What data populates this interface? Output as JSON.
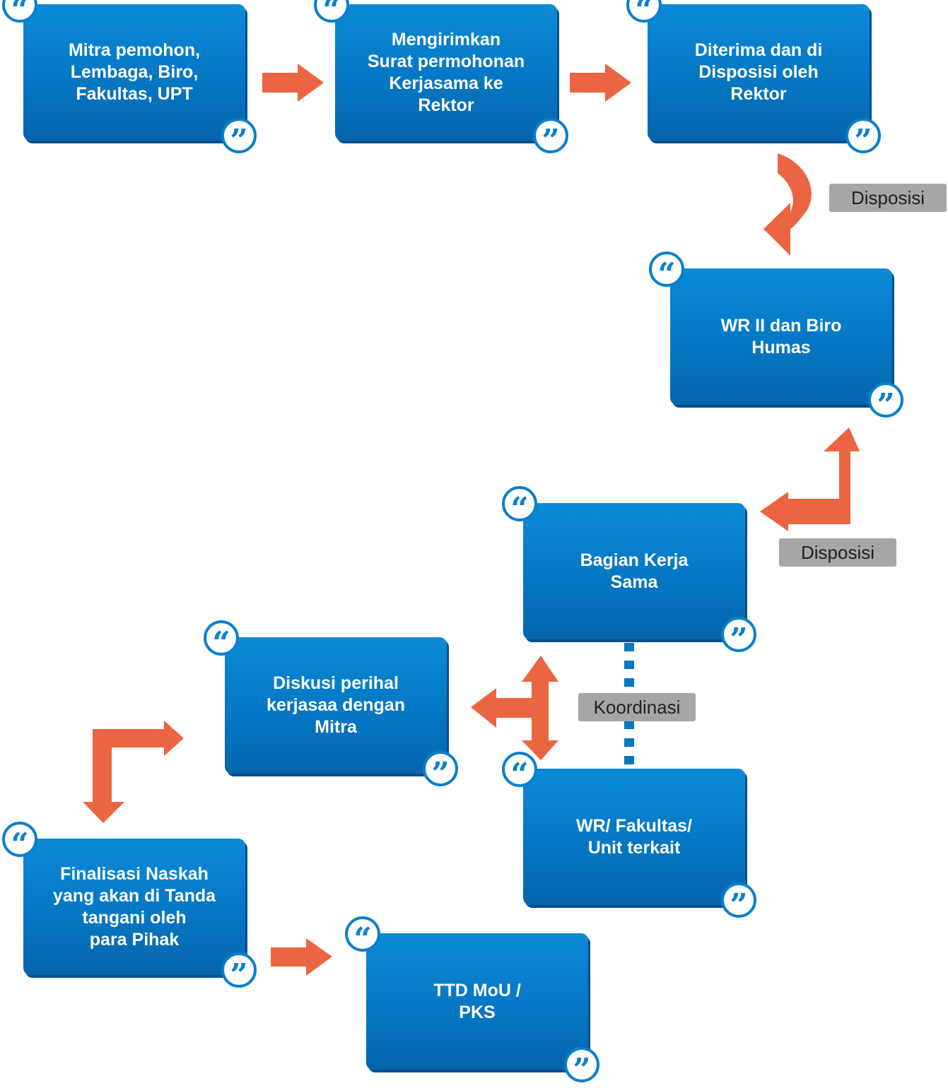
{
  "nodes": [
    {
      "id": "mitra",
      "text": "Mitra pemohon,\nLembaga, Biro,\nFakultas, UPT"
    },
    {
      "id": "surat",
      "text": "Mengirimkan\nSurat permohonan\nKerjasama ke\nRektor"
    },
    {
      "id": "rektor",
      "text": "Diterima dan di\nDisposisi oleh\nRektor"
    },
    {
      "id": "wr2",
      "text": "WR II dan Biro\nHumas"
    },
    {
      "id": "bks",
      "text": "Bagian Kerja\nSama"
    },
    {
      "id": "diskusi",
      "text": "Diskusi perihal\nkerjasaa dengan\nMitra"
    },
    {
      "id": "wr-fakultas",
      "text": "WR/ Fakultas/\nUnit terkait"
    },
    {
      "id": "finalisasi",
      "text": "Finalisasi Naskah\nyang akan di Tanda\ntangani oleh\npara Pihak"
    },
    {
      "id": "ttd",
      "text": "TTD MoU /\nPKS"
    }
  ],
  "labels": {
    "disposisi_1": "Disposisi",
    "disposisi_2": "Disposisi",
    "koordinasi": "Koordinasi"
  },
  "colors": {
    "box": "#0577c4",
    "arrow": "#ec6543",
    "tag": "#a6a6a6",
    "badge_ring": "#0a7fcd"
  },
  "icons": {
    "open": "quote-open-icon",
    "close": "quote-close-icon"
  }
}
